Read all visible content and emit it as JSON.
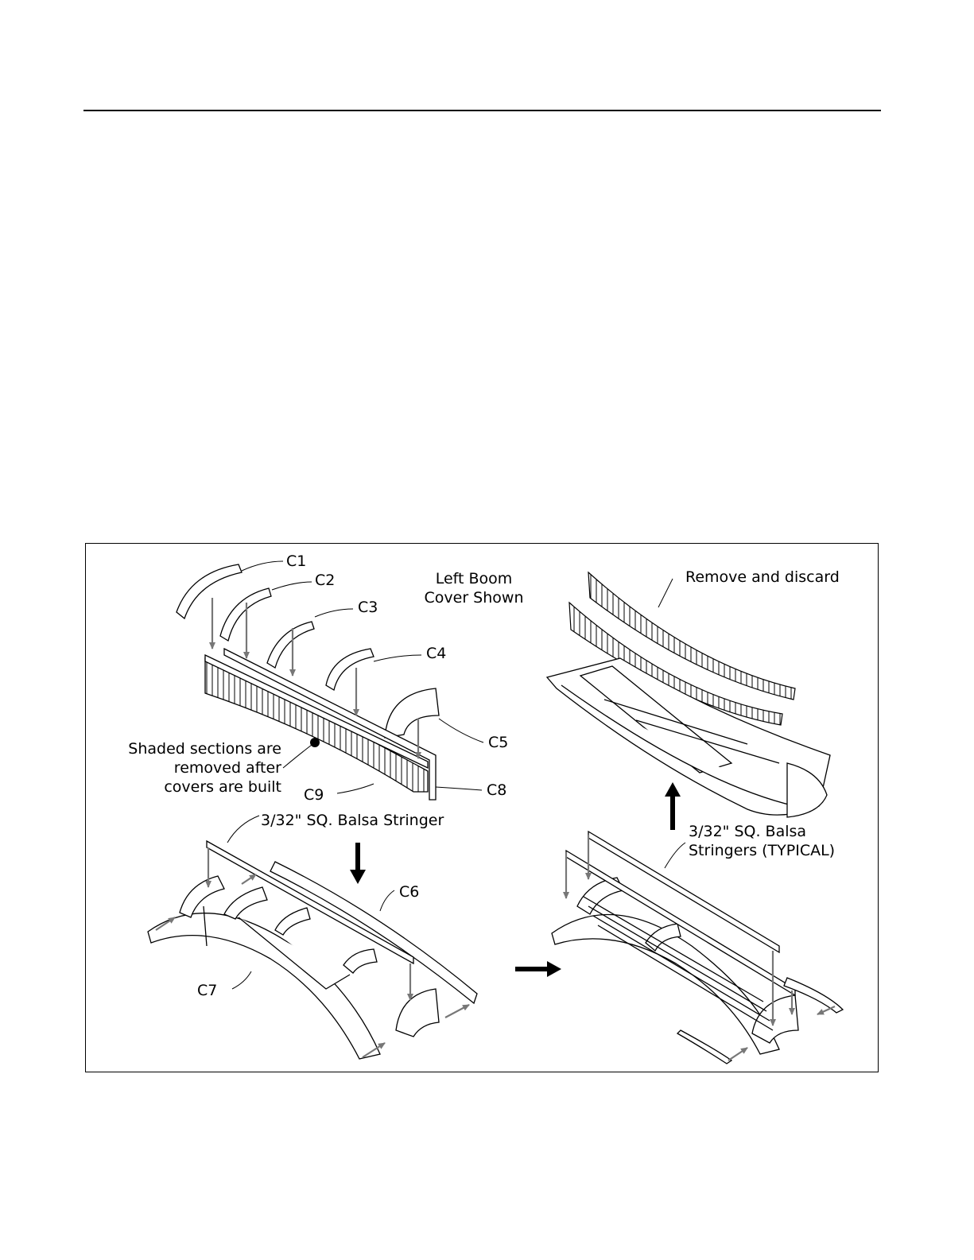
{
  "diagram": {
    "labels": {
      "c1": "C1",
      "c2": "C2",
      "c3": "C3",
      "c4": "C4",
      "c5": "C5",
      "c6": "C6",
      "c7": "C7",
      "c8": "C8",
      "c9": "C9",
      "title_line1": "Left Boom",
      "title_line2": "Cover Shown",
      "remove": "Remove and discard",
      "shaded_line1": "Shaded sections are",
      "shaded_line2": "removed after",
      "shaded_line3": "covers are built",
      "stringer": "3/32\" SQ. Balsa Stringer",
      "stringers_line1": "3/32\" SQ. Balsa",
      "stringers_line2": "Stringers (TYPICAL)"
    }
  }
}
